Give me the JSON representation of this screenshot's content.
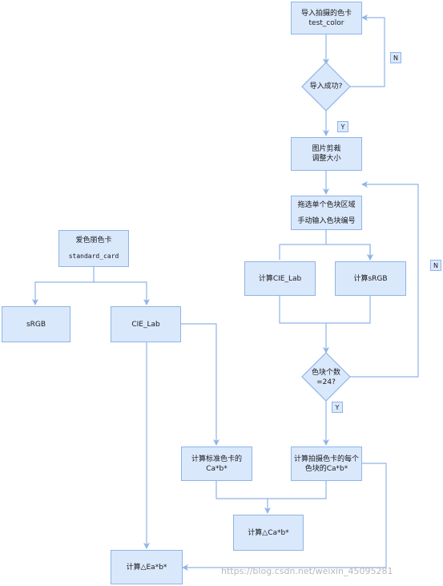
{
  "colors": {
    "fill": "#dae8fc",
    "stroke": "#8fb4e6",
    "text": "#1a1a1a"
  },
  "nodes": {
    "import": {
      "line1": "导入拍摄的色卡",
      "line2": "test_color"
    },
    "import_ok": {
      "label": "导入成功?"
    },
    "crop": {
      "line1": "图片剪裁",
      "line2": "调整大小"
    },
    "select": {
      "line1": "拖选单个色块区域",
      "line2": "手动输入色块编号"
    },
    "calc_lab": {
      "label": "计算CIE_Lab"
    },
    "calc_srgb": {
      "label": "计算sRGB"
    },
    "count_check": {
      "line1": "色块个数",
      "line2": "=24?"
    },
    "calc_each": {
      "line1": "计算拍摄色卡的每个",
      "line2": "色块的Ca*b*"
    },
    "calc_std": {
      "line1": "计算标准色卡的",
      "line2": "Ca*b*"
    },
    "delta_c": {
      "label": "计算△Ca*b*"
    },
    "delta_e": {
      "label": "计算△Ea*b*"
    },
    "std_card": {
      "line1": "爱色丽色卡",
      "line2": "standard_card"
    },
    "srgb": {
      "label": "sRGB"
    },
    "cie_lab": {
      "label": "CIE_Lab"
    }
  },
  "edge_labels": {
    "n_top": "N",
    "y_top": "Y",
    "n_right": "N",
    "y_bottom": "Y"
  },
  "watermark": "https://blog.csdn.net/weixin_45095281"
}
